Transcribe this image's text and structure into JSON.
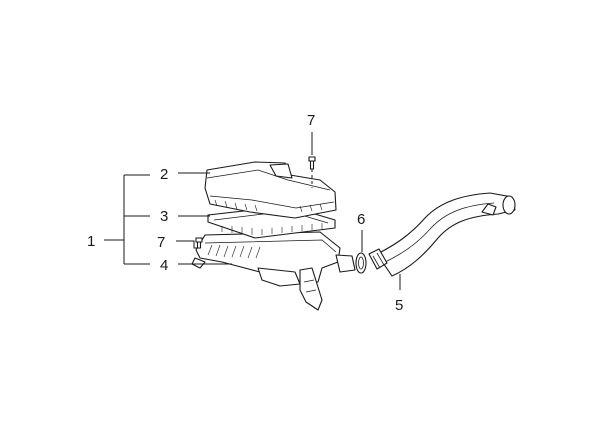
{
  "callouts": {
    "assembly": "1",
    "upper_cover": "2",
    "filter_element": "3",
    "lower_housing": "4",
    "intake_hose": "5",
    "clamp": "6",
    "screw_top": "7",
    "screw_left": "7"
  },
  "colors": {
    "line": "#1a1a1a",
    "background": "#ffffff"
  }
}
